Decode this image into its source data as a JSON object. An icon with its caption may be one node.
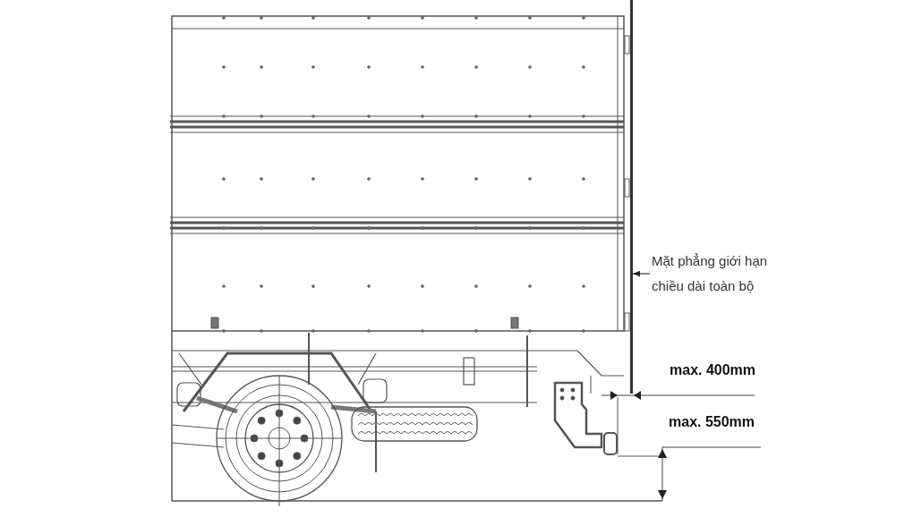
{
  "diagram": {
    "nodes": [
      {
        "text": [
          "Mặt phẳng giới hạn chiều dài toàn bộ"
        ]
      },
      {
        "text": [],
        "shape": "bar"
      }
    ],
    "edges": [
      {
        "from": 0,
        "to": 1,
        "arrow": "to"
      }
    ],
    "labels": [
      "max. 400mm",
      "max. 550mm"
    ]
  }
}
